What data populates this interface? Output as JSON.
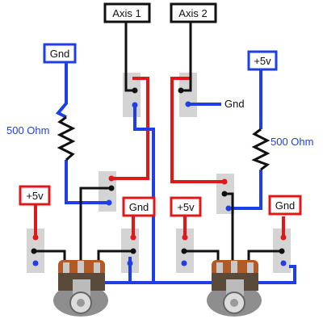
{
  "labels": {
    "axis1": "Axis 1",
    "axis2": "Axis 2",
    "gnd_top_left": "Gnd",
    "gnd_axis2": "Gnd",
    "plus5v_top_right": "+5v",
    "resistor_left": "500 Ohm",
    "resistor_right": "500 Ohm",
    "plus5v_mid_left": "+5v",
    "gnd_mid_left": "Gnd",
    "plus5v_mid_right": "+5v",
    "gnd_mid_right": "Gnd"
  },
  "colors": {
    "wire_red": "#e01818",
    "wire_blue": "#1e3ee8",
    "wire_black": "#111111",
    "connector": "#d4d4d4",
    "pot_body": "#b05a28",
    "pot_shaft": "#8a8a8a"
  }
}
